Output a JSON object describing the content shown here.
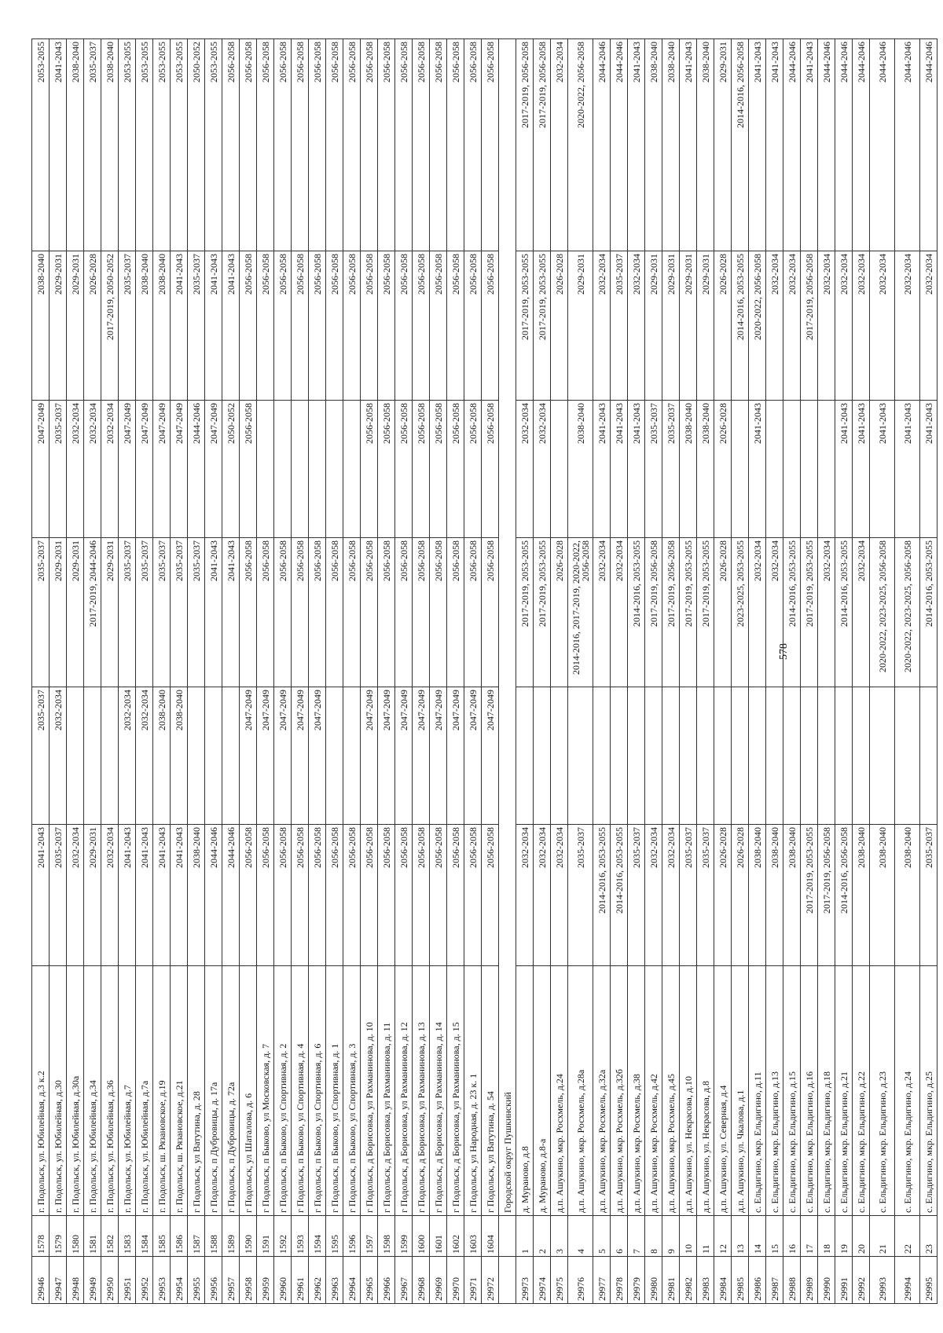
{
  "page_number": "578",
  "rows": [
    {
      "num": "29946",
      "idx": "1578",
      "addr": "г. Подольск, ул. Юбилейная, д.3 к.2",
      "p1": "2041-2043",
      "p2": "2035-2037",
      "p3": "2035-2037",
      "p4": "2047-2049",
      "p5": "2038-2040",
      "p6": "2053-2055"
    },
    {
      "num": "29947",
      "idx": "1579",
      "addr": "г. Подольск, ул. Юбилейная, д.30",
      "p1": "2035-2037",
      "p2": "2032-2034",
      "p3": "2029-2031",
      "p4": "2035-2037",
      "p5": "2029-2031",
      "p6": "2041-2043"
    },
    {
      "num": "29948",
      "idx": "1580",
      "addr": "г. Подольск, ул. Юбилейная, д.30а",
      "p1": "2032-2034",
      "p2": "",
      "p3": "2029-2031",
      "p4": "2032-2034",
      "p5": "2029-2031",
      "p6": "2038-2040"
    },
    {
      "num": "29949",
      "idx": "1581",
      "addr": "г. Подольск, ул. Юбилейная, д.34",
      "p1": "2029-2031",
      "p2": "",
      "p3": "2017-2019, 2044-2046",
      "p4": "2032-2034",
      "p5": "2026-2028",
      "p6": "2035-2037"
    },
    {
      "num": "29950",
      "idx": "1582",
      "addr": "г. Подольск, ул. Юбилейная, д.36",
      "p1": "2032-2034",
      "p2": "",
      "p3": "2029-2031",
      "p4": "2032-2034",
      "p5": "2017-2019, 2050-2052",
      "p6": "2038-2040"
    },
    {
      "num": "29951",
      "idx": "1583",
      "addr": "г. Подольск, ул. Юбилейная, д.7",
      "p1": "2041-2043",
      "p2": "2032-2034",
      "p3": "2035-2037",
      "p4": "2047-2049",
      "p5": "2035-2037",
      "p6": "2053-2055"
    },
    {
      "num": "29952",
      "idx": "1584",
      "addr": "г. Подольск, ул. Юбилейная, д.7а",
      "p1": "2041-2043",
      "p2": "2032-2034",
      "p3": "2035-2037",
      "p4": "2047-2049",
      "p5": "2038-2040",
      "p6": "2053-2055"
    },
    {
      "num": "29953",
      "idx": "1585",
      "addr": "г. Подольск, ш. Рязановское, д.19",
      "p1": "2041-2043",
      "p2": "2038-2040",
      "p3": "2035-2037",
      "p4": "2047-2049",
      "p5": "2038-2040",
      "p6": "2053-2055"
    },
    {
      "num": "29954",
      "idx": "1586",
      "addr": "г. Подольск, ш. Рязановское, д.21",
      "p1": "2041-2043",
      "p2": "2038-2040",
      "p3": "2035-2037",
      "p4": "2047-2049",
      "p5": "2041-2043",
      "p6": "2053-2055"
    },
    {
      "num": "29955",
      "idx": "1587",
      "addr": "г Подольск, ул Ватутина, д. 28",
      "p1": "2038-2040",
      "p2": "",
      "p3": "2035-2037",
      "p4": "2044-2046",
      "p5": "2035-2037",
      "p6": "2050-2052"
    },
    {
      "num": "29956",
      "idx": "1588",
      "addr": "г Подольск, п Дубровицы, д. 17а",
      "p1": "2044-2046",
      "p2": "",
      "p3": "2041-2043",
      "p4": "2047-2049",
      "p5": "2041-2043",
      "p6": "2053-2055"
    },
    {
      "num": "29957",
      "idx": "1589",
      "addr": "г Подольск, п Дубровицы, д. 72а",
      "p1": "2044-2046",
      "p2": "",
      "p3": "2041-2043",
      "p4": "2050-2052",
      "p5": "2041-2043",
      "p6": "2056-2058"
    },
    {
      "num": "29958",
      "idx": "1590",
      "addr": "г Подольск, ул Шаталова, д. 6",
      "p1": "2056-2058",
      "p2": "2047-2049",
      "p3": "2056-2058",
      "p4": "2056-2058",
      "p5": "2056-2058",
      "p6": "2056-2058"
    },
    {
      "num": "29959",
      "idx": "1591",
      "addr": "г Подольск, п Быково, ул Московская, д. 7",
      "p1": "2056-2058",
      "p2": "2047-2049",
      "p3": "2056-2058",
      "p4": "",
      "p5": "2056-2058",
      "p6": "2056-2058"
    },
    {
      "num": "29960",
      "idx": "1592",
      "addr": "г Подольск, п Быково, ул Спортивная, д. 2",
      "p1": "2056-2058",
      "p2": "2047-2049",
      "p3": "2056-2058",
      "p4": "",
      "p5": "2056-2058",
      "p6": "2056-2058"
    },
    {
      "num": "29961",
      "idx": "1593",
      "addr": "г Подольск, п Быково, ул Спортивная, д. 4",
      "p1": "2056-2058",
      "p2": "2047-2049",
      "p3": "2056-2058",
      "p4": "",
      "p5": "2056-2058",
      "p6": "2056-2058"
    },
    {
      "num": "29962",
      "idx": "1594",
      "addr": "г Подольск, п Быково, ул Спортивная, д. 6",
      "p1": "2056-2058",
      "p2": "2047-2049",
      "p3": "2056-2058",
      "p4": "",
      "p5": "2056-2058",
      "p6": "2056-2058"
    },
    {
      "num": "29963",
      "idx": "1595",
      "addr": "г Подольск, п Быково, ул Спортивная, д. 1",
      "p1": "2056-2058",
      "p2": "",
      "p3": "2056-2058",
      "p4": "",
      "p5": "2056-2058",
      "p6": "2056-2058"
    },
    {
      "num": "29964",
      "idx": "1596",
      "addr": "г Подольск, п Быково, ул Спортивная, д. 3",
      "p1": "2056-2058",
      "p2": "",
      "p3": "2056-2058",
      "p4": "",
      "p5": "2056-2058",
      "p6": "2056-2058"
    },
    {
      "num": "29965",
      "idx": "1597",
      "addr": "г Подольск, д Борисовка, ул Рахманинова, д. 10",
      "p1": "2056-2058",
      "p2": "2047-2049",
      "p3": "2056-2058",
      "p4": "2056-2058",
      "p5": "2056-2058",
      "p6": "2056-2058"
    },
    {
      "num": "29966",
      "idx": "1598",
      "addr": "г Подольск, д Борисовка, ул Рахманинова, д. 11",
      "p1": "2056-2058",
      "p2": "2047-2049",
      "p3": "2056-2058",
      "p4": "2056-2058",
      "p5": "2056-2058",
      "p6": "2056-2058"
    },
    {
      "num": "29967",
      "idx": "1599",
      "addr": "г Подольск, д Борисовка, ул Рахманинова, д. 12",
      "p1": "2056-2058",
      "p2": "2047-2049",
      "p3": "2056-2058",
      "p4": "2056-2058",
      "p5": "2056-2058",
      "p6": "2056-2058"
    },
    {
      "num": "29968",
      "idx": "1600",
      "addr": "г Подольск, д Борисовка, ул Рахманинова, д. 13",
      "p1": "2056-2058",
      "p2": "2047-2049",
      "p3": "2056-2058",
      "p4": "2056-2058",
      "p5": "2056-2058",
      "p6": "2056-2058"
    },
    {
      "num": "29969",
      "idx": "1601",
      "addr": "г Подольск, д Борисовка, ул Рахманинова, д. 14",
      "p1": "2056-2058",
      "p2": "2047-2049",
      "p3": "2056-2058",
      "p4": "2056-2058",
      "p5": "2056-2058",
      "p6": "2056-2058"
    },
    {
      "num": "29970",
      "idx": "1602",
      "addr": "г Подольск, д Борисовка, ул Рахманинова, д. 15",
      "p1": "2056-2058",
      "p2": "2047-2049",
      "p3": "2056-2058",
      "p4": "2056-2058",
      "p5": "2056-2058",
      "p6": "2056-2058"
    },
    {
      "num": "29971",
      "idx": "1603",
      "addr": "г Подольск, ул Народная, д. 23 к. 1",
      "p1": "2056-2058",
      "p2": "2047-2049",
      "p3": "2056-2058",
      "p4": "2056-2058",
      "p5": "2056-2058",
      "p6": "2056-2058"
    },
    {
      "num": "29972",
      "idx": "1604",
      "addr": "г Подольск, ул Ватутина, д. 54",
      "p1": "2056-2058",
      "p2": "2047-2049",
      "p3": "2056-2058",
      "p4": "2056-2058",
      "p5": "2056-2058",
      "p6": "2056-2058"
    },
    {
      "section": "Городской округ Пушкинский"
    },
    {
      "num": "29973",
      "idx": "1",
      "addr": "д. Мураново, д.8",
      "p1": "2032-2034",
      "p2": "",
      "p3": "2017-2019, 2053-2055",
      "p4": "2032-2034",
      "p5": "2017-2019, 2053-2055",
      "p6": "2017-2019, 2056-2058"
    },
    {
      "num": "29974",
      "idx": "2",
      "addr": "д. Мураново, д.8-а",
      "p1": "2032-2034",
      "p2": "",
      "p3": "2017-2019, 2053-2055",
      "p4": "2032-2034",
      "p5": "2017-2019, 2053-2055",
      "p6": "2017-2019, 2056-2058"
    },
    {
      "num": "29975",
      "idx": "3",
      "addr": "д.п. Ашукино, мкр. Росхмель, д.24",
      "p1": "2032-2034",
      "p2": "",
      "p3": "2026-2028",
      "p4": "",
      "p5": "2026-2028",
      "p6": "2032-2034"
    },
    {
      "num": "29976",
      "idx": "4",
      "addr": "д.п. Ашукино, мкр. Росхмель, д.28а",
      "p1": "2035-2037",
      "p2": "",
      "p3": "2014-2016, 2017-2019, 2020-2022, 2056-2058",
      "p4": "2038-2040",
      "p5": "2029-2031",
      "p6": "2020-2022, 2056-2058",
      "tall": true
    },
    {
      "num": "29977",
      "idx": "5",
      "addr": "д.п. Ашукино, мкр. Росхмель, д.32а",
      "p1": "2014-2016, 2053-2055",
      "p2": "",
      "p3": "2032-2034",
      "p4": "2041-2043",
      "p5": "2032-2034",
      "p6": "2044-2046"
    },
    {
      "num": "29978",
      "idx": "6",
      "addr": "д.п. Ашукино, мкр. Росхмель, д.32б",
      "p1": "2014-2016, 2053-2055",
      "p2": "",
      "p3": "2032-2034",
      "p4": "2041-2043",
      "p5": "2035-2037",
      "p6": "2044-2046"
    },
    {
      "num": "29979",
      "idx": "7",
      "addr": "д.п. Ашукино, мкр. Росхмель, д.38",
      "p1": "2035-2037",
      "p2": "",
      "p3": "2014-2016, 2053-2055",
      "p4": "2041-2043",
      "p5": "2032-2034",
      "p6": "2041-2043"
    },
    {
      "num": "29980",
      "idx": "8",
      "addr": "д.п. Ашукино, мкр. Росхмель, д.42",
      "p1": "2032-2034",
      "p2": "",
      "p3": "2017-2019, 2056-2058",
      "p4": "2035-2037",
      "p5": "2029-2031",
      "p6": "2038-2040"
    },
    {
      "num": "29981",
      "idx": "9",
      "addr": "д.п. Ашукино, мкр. Росхмель, д.45",
      "p1": "2032-2034",
      "p2": "",
      "p3": "2017-2019, 2056-2058",
      "p4": "2035-2037",
      "p5": "2029-2031",
      "p6": "2038-2040"
    },
    {
      "num": "29982",
      "idx": "10",
      "addr": "д.п. Ашукино, ул. Некрасова, д.10",
      "p1": "2035-2037",
      "p2": "",
      "p3": "2017-2019, 2053-2055",
      "p4": "2038-2040",
      "p5": "2029-2031",
      "p6": "2041-2043"
    },
    {
      "num": "29983",
      "idx": "11",
      "addr": "д.п. Ашукино, ул. Некрасова, д.8",
      "p1": "2035-2037",
      "p2": "",
      "p3": "2017-2019, 2053-2055",
      "p4": "2038-2040",
      "p5": "2029-2031",
      "p6": "2038-2040"
    },
    {
      "num": "29984",
      "idx": "12",
      "addr": "д.п. Ашукино, ул. Северная, д.4",
      "p1": "2026-2028",
      "p2": "",
      "p3": "2026-2028",
      "p4": "2026-2028",
      "p5": "2026-2028",
      "p6": "2029-2031"
    },
    {
      "num": "29985",
      "idx": "13",
      "addr": "д.п. Ашукино, ул. Чкалова, д.1",
      "p1": "2026-2028",
      "p2": "",
      "p3": "2023-2025, 2053-2055",
      "p4": "",
      "p5": "2014-2016, 2053-2055",
      "p6": "2014-2016, 2056-2058"
    },
    {
      "num": "29986",
      "idx": "14",
      "addr": "с. Ельдигино, мкр. Ельдигино, д.11",
      "p1": "2038-2040",
      "p2": "",
      "p3": "2032-2034",
      "p4": "2041-2043",
      "p5": "2020-2022, 2056-2058",
      "p6": "2041-2043"
    },
    {
      "num": "29987",
      "idx": "15",
      "addr": "с. Ельдигино, мкр. Ельдигино, д.13",
      "p1": "2038-2040",
      "p2": "",
      "p3": "2032-2034",
      "p4": "",
      "p5": "2032-2034",
      "p6": "2041-2043"
    },
    {
      "num": "29988",
      "idx": "16",
      "addr": "с. Ельдигино, мкр. Ельдигино, д.15",
      "p1": "2038-2040",
      "p2": "",
      "p3": "2014-2016, 2053-2055",
      "p4": "",
      "p5": "2032-2034",
      "p6": "2044-2046"
    },
    {
      "num": "29989",
      "idx": "17",
      "addr": "с. Ельдигино, мкр. Ельдигино, д.16",
      "p1": "2017-2019, 2053-2055",
      "p2": "",
      "p3": "2017-2019, 2053-2055",
      "p4": "",
      "p5": "2017-2019, 2056-2058",
      "p6": "2041-2043"
    },
    {
      "num": "29990",
      "idx": "18",
      "addr": "с. Ельдигино, мкр. Ельдигино, д.18",
      "p1": "2017-2019, 2056-2058",
      "p2": "",
      "p3": "2032-2034",
      "p4": "",
      "p5": "2032-2034",
      "p6": "2044-2046"
    },
    {
      "num": "29991",
      "idx": "19",
      "addr": "с. Ельдигино, мкр. Ельдигино, д.21",
      "p1": "2014-2016, 2056-2058",
      "p2": "",
      "p3": "2014-2016, 2053-2055",
      "p4": "2041-2043",
      "p5": "2032-2034",
      "p6": "2044-2046"
    },
    {
      "num": "29992",
      "idx": "20",
      "addr": "с. Ельдигино, мкр. Ельдигино, д.22",
      "p1": "2038-2040",
      "p2": "",
      "p3": "2032-2034",
      "p4": "2041-2043",
      "p5": "2032-2034",
      "p6": "2044-2046"
    },
    {
      "num": "29993",
      "idx": "21",
      "addr": "с. Ельдигино, мкр. Ельдигино, д.23",
      "p1": "2038-2040",
      "p2": "",
      "p3": "2020-2022, 2023-2025, 2056-2058",
      "p4": "2041-2043",
      "p5": "2032-2034",
      "p6": "2044-2046",
      "tall": true
    },
    {
      "num": "29994",
      "idx": "22",
      "addr": "с. Ельдигино, мкр. Ельдигино, д.24",
      "p1": "2038-2040",
      "p2": "",
      "p3": "2020-2022, 2023-2025, 2056-2058",
      "p4": "2041-2043",
      "p5": "2032-2034",
      "p6": "2044-2046",
      "tall": true
    },
    {
      "num": "29995",
      "idx": "23",
      "addr": "с. Ельдигино, мкр. Ельдигино, д.25",
      "p1": "2035-2037",
      "p2": "",
      "p3": "2014-2016, 2053-2055",
      "p4": "2041-2043",
      "p5": "2032-2034",
      "p6": "2044-2046"
    }
  ]
}
